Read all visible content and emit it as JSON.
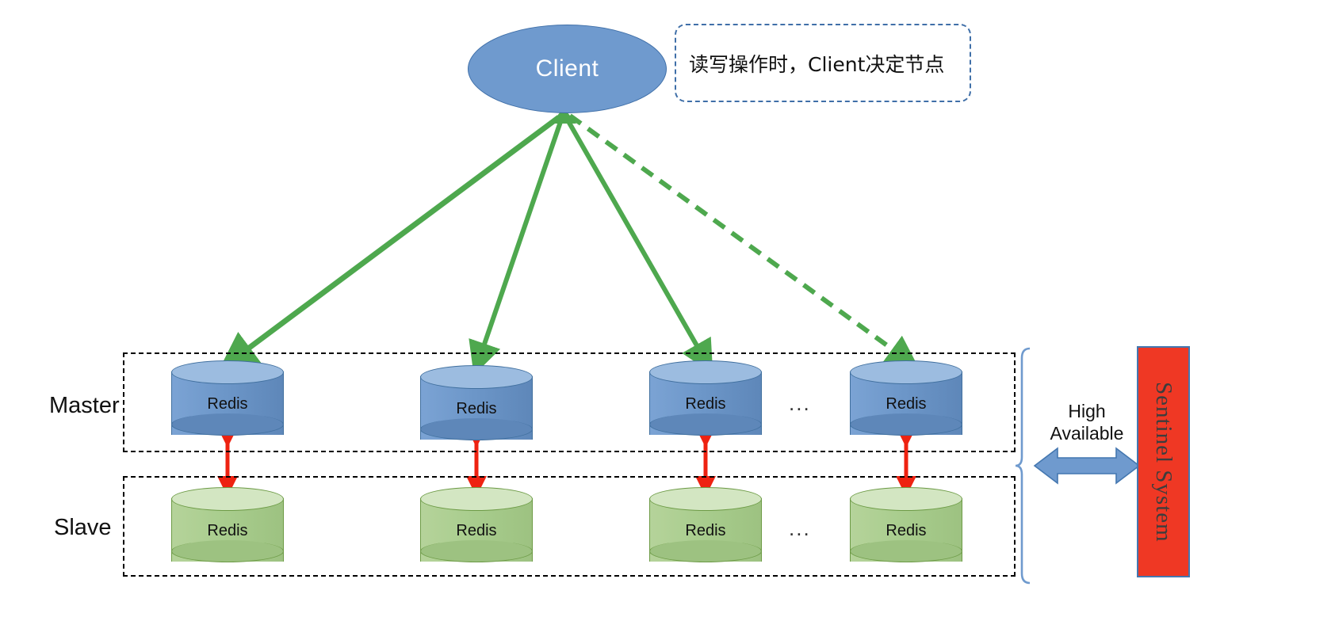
{
  "diagram": {
    "title_node": {
      "label": "Client"
    },
    "annotation": {
      "text": "读写操作时，Client决定节点"
    },
    "rows": [
      {
        "id": "master",
        "label": "Master",
        "ellipsis": "...",
        "nodes": [
          {
            "label": "Redis"
          },
          {
            "label": "Redis"
          },
          {
            "label": "Redis"
          },
          {
            "label": "Redis"
          }
        ]
      },
      {
        "id": "slave",
        "label": "Slave",
        "ellipsis": "...",
        "nodes": [
          {
            "label": "Redis"
          },
          {
            "label": "Redis"
          },
          {
            "label": "Redis"
          },
          {
            "label": "Redis"
          }
        ]
      }
    ],
    "high_available": {
      "line1": "High",
      "line2": "Available"
    },
    "sentinel": {
      "label": "Sentinel System"
    },
    "colors": {
      "client_fill": "#6f9ace",
      "client_stroke": "#3f6fa8",
      "master_fill": "#6d97c9",
      "master_stroke": "#41709f",
      "slave_fill": "#a9cd8e",
      "slave_stroke": "#6d9b46",
      "client_arrow": "#4ea84e",
      "replication_arrow": "#ee2211",
      "ha_arrow": "#6f9ace",
      "sentinel_fill": "#ef3824",
      "sentinel_stroke": "#4477b0",
      "group_border": "#000000",
      "annotation_border": "#3f6fa8"
    }
  }
}
